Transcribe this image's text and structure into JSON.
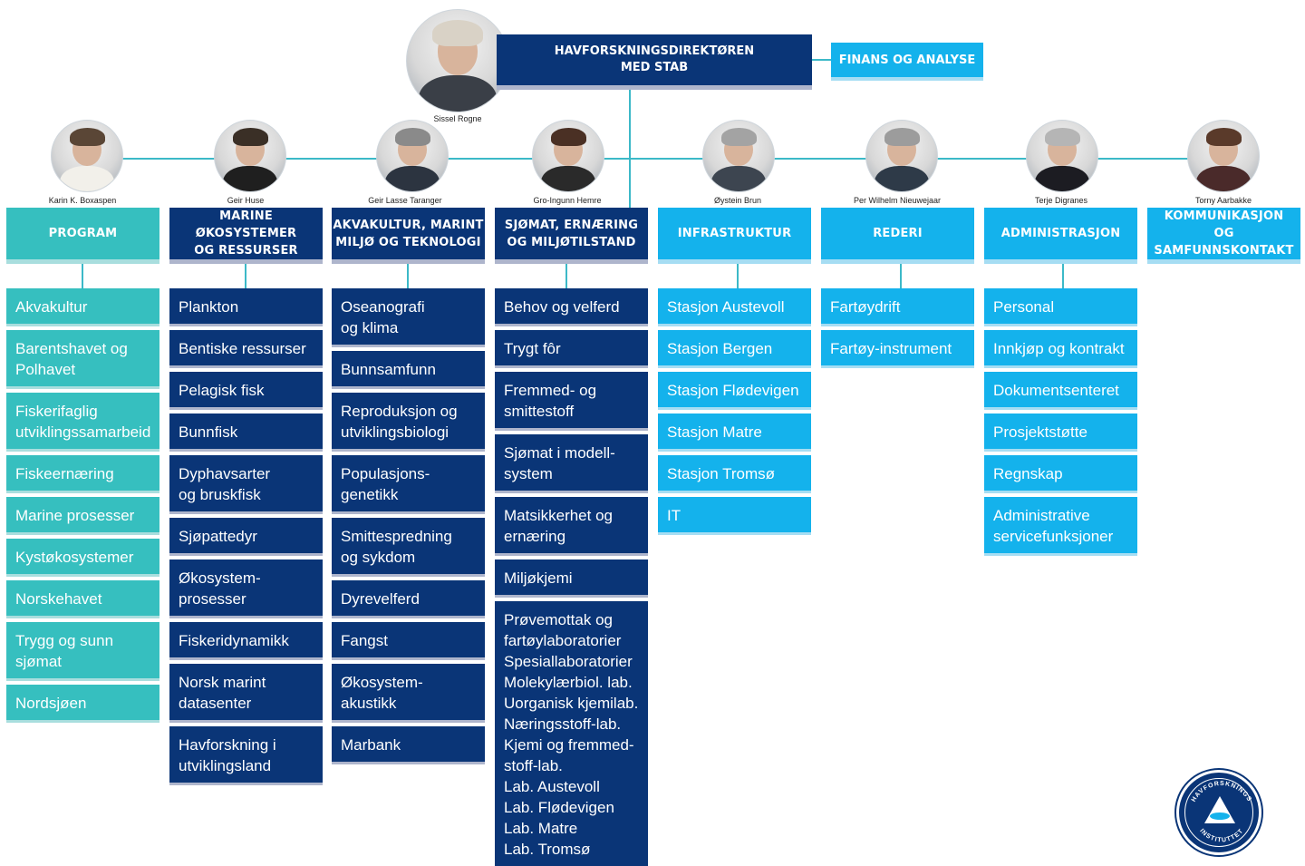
{
  "director": {
    "title": "HAVFORSKNINGSDIREKTØREN\nMED STAB",
    "name": "Sissel Rogne"
  },
  "finance": {
    "label": "FINANS OG ANALYSE"
  },
  "departments": [
    {
      "person": "Karin K. Boxaspen",
      "title": "PROGRAM",
      "items": [
        "Akvakultur",
        "Barentshavet og\nPolhavet",
        "Fiskerifaglig\nutviklingssamarbeid",
        "Fiskeernæring",
        "Marine prosesser",
        "Kystøkosystemer",
        "Norskehavet",
        "Trygg og sunn\nsjømat",
        "Nordsjøen"
      ]
    },
    {
      "person": "Geir Huse",
      "title": "MARINE ØKOSYSTEMER\nOG RESSURSER",
      "items": [
        "Plankton",
        "Bentiske ressurser",
        "Pelagisk fisk",
        "Bunnfisk",
        "Dyphavsarter\nog bruskfisk",
        "Sjøpattedyr",
        "Økosystem-\nprosesser",
        "Fiskeridynamikk",
        "Norsk marint\ndatasenter",
        "Havforskning i\nutviklingsland"
      ]
    },
    {
      "person": "Geir Lasse Taranger",
      "title": "AKVAKULTUR, MARINT\nMILJØ OG TEKNOLOGI",
      "items": [
        "Oseanografi\nog klima",
        "Bunnsamfunn",
        "Reproduksjon og\nutviklingsbiologi",
        "Populasjons-\ngenetikk",
        "Smittespredning\nog sykdom",
        "Dyrevelferd",
        "Fangst",
        "Økosystem-\nakustikk",
        "Marbank"
      ]
    },
    {
      "person": "Gro-Ingunn Hemre",
      "title": "SJØMAT, ERNÆRING\nOG MILJØTILSTAND",
      "items": [
        "Behov og velferd",
        "Trygt fôr",
        "Fremmed- og\nsmittestoff",
        "Sjømat i modell-\nsystem",
        "Matsikkerhet og\nernæring",
        "Miljøkjemi",
        "Prøvemottak og\nfartøylaboratorier\nSpesiallaboratorier\nMolekylærbiol. lab.\nUorganisk kjemilab.\nNæringsstoff-lab.\nKjemi og fremmed-\nstoff-lab.\nLab. Austevoll\nLab. Flødevigen\nLab. Matre\nLab. Tromsø"
      ]
    },
    {
      "person": "Øystein Brun",
      "title": "INFRASTRUKTUR",
      "items": [
        "Stasjon Austevoll",
        "Stasjon Bergen",
        "Stasjon Flødevigen",
        "Stasjon Matre",
        "Stasjon Tromsø",
        "IT"
      ]
    },
    {
      "person": "Per Wilhelm Nieuwejaar",
      "title": "REDERI",
      "items": [
        "Fartøydrift",
        "Fartøy-instrument"
      ]
    },
    {
      "person": "Terje Digranes",
      "title": "ADMINISTRASJON",
      "items": [
        "Personal",
        "Innkjøp og kontrakt",
        "Dokumentsenteret",
        "Prosjektstøtte",
        "Regnskap",
        "Administrative\nservicefunksjoner"
      ]
    },
    {
      "person": "Torny Aarbakke",
      "title": "KOMMUNIKASJON\nOG SAMFUNNSKONTAKT",
      "items": []
    }
  ],
  "logo": {
    "text": "HAVFORSKNINGS INSTITUTTET"
  },
  "colors": {
    "teal": "#36bfbf",
    "navy": "#0a3577",
    "blue": "#14b2ec",
    "line": "#3cb9c8"
  }
}
